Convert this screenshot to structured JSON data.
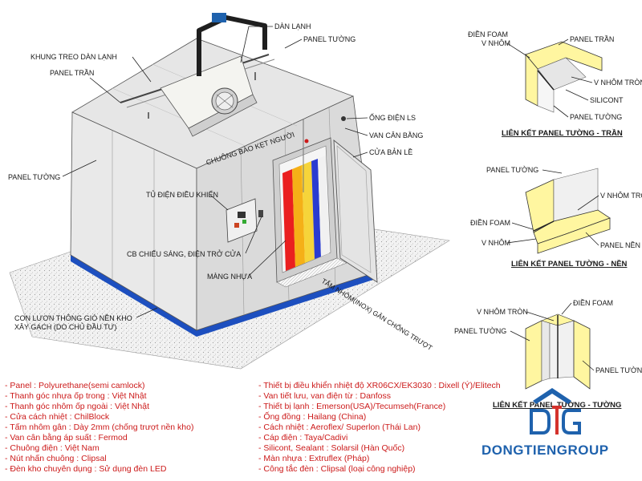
{
  "labels": {
    "dan_lanh": "DÀN LẠNH",
    "panel_tuong_top": "PANEL TƯỜNG",
    "khung_treo": "KHUNG TREO DÀN LẠNH",
    "panel_tran": "PANEL TRẦN",
    "ong_dien": "ỐNG ĐIỆN LS",
    "van_can_bang": "VAN CÂN BẰNG",
    "cua_ban_le": "CỬA BẢN LỀ",
    "chuong_bao": "CHUÔNG BÁO KẸT NGƯỜI",
    "panel_tuong_left": "PANEL TƯỜNG",
    "tu_dien": "TỦ ĐIỆN ĐIỀU KHIỂN",
    "cb_chieu_sang": "CB CHIẾU SÁNG, ĐIỆN TRỞ CỬA",
    "mang_nhua": "MÀNG NHỰA",
    "tam_nhom": "TẤM NHÔM(INOX) GÂN CHỐNG TRƯỢT",
    "con_luon_1": "CON LƯƠN THÔNG GIÓ NỀN KHO",
    "con_luon_2": "XÂY GẠCH (DO CHỦ ĐẦU TƯ)"
  },
  "details": {
    "d1": {
      "title": "LIÊN KẾT PANEL TƯỜNG - TRẦN",
      "dien_foam": "ĐIỀN FOAM",
      "v_nhom": "V NHÔM",
      "panel_tran": "PANEL TRẦN",
      "v_nhom_tron": "V NHÔM TRÒN",
      "silicont": "SILICONT",
      "panel_tuong": "PANEL TƯỜNG"
    },
    "d2": {
      "title": "LIÊN KẾT PANEL TƯỜNG - NỀN",
      "panel_tuong": "PANEL TƯỜNG",
      "v_nhom_tron": "V NHÔM TRÒN",
      "dien_foam": "ĐIỀN FOAM",
      "v_nhom": "V NHÔM",
      "panel_nen": "PANEL NỀN"
    },
    "d3": {
      "title": "LIÊN KẾT PANEL TƯỜNG - TƯỜNG",
      "v_nhom_tron": "V NHÔM TRÒN",
      "dien_foam": "ĐIỀN FOAM",
      "panel_tuong_l": "PANEL TƯỜNG",
      "panel_tuong_r": "PANEL TƯỜNG"
    }
  },
  "specs_left": [
    "- Panel    : Polyurethane(semi camlock)",
    "- Thanh góc nhựa ốp trong   : Việt Nhật",
    "- Thanh góc nhôm ốp ngoài  : Việt Nhật",
    "- Cửa cách nhiệt   : ChilBlock",
    "- Tấm nhôm gân    : Dày 2mm (chống trượt nền kho)",
    "- Van cân bằng áp suất   : Fermod",
    "- Chuông điện   : Việt Nam",
    "- Nút nhấn chuông   : Clipsal",
    "- Đèn kho chuyên dụng  : Sử dụng đèn LED"
  ],
  "specs_right": [
    "- Thiết bị điều khiển nhiệt độ XR06CX/EK3030 : Dixell (Ý)/Elitech",
    "- Van tiết lưu, van điện từ  : Danfoss",
    "- Thiết bị lạnh  : Emerson(USA)/Tecumseh(France)",
    "- Ống đồng  : Hailang (China)",
    "- Cách nhiệt  : Aeroflex/ Superlon (Thái Lan)",
    "- Cáp điện   : Taya/Cadivi",
    "- Silicont, Sealant  : Solarsil (Hàn Quốc)",
    "- Màn nhựa   : Extruflex (Pháp)",
    "- Công tắc đèn   : Clipsal (loại công nghiệp)"
  ],
  "brand": {
    "name": "DONGTIENGROUP",
    "logo": "dtg-logo-icon",
    "colors": {
      "blue": "#1f62ad",
      "red": "#d4322c"
    }
  },
  "colors": {
    "panel_yellow": "#fff6a0",
    "floor_blue": "#1d4fbf",
    "spec_red": "#cc1a1a"
  }
}
